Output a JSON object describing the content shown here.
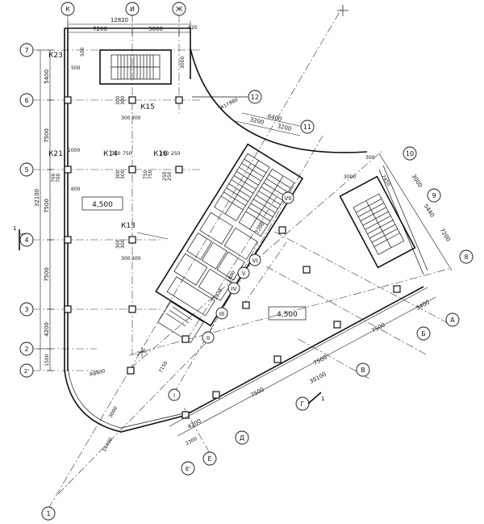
{
  "plan": {
    "axes_left": [
      "7",
      "6",
      "5",
      "4",
      "3",
      "2",
      "2'"
    ],
    "axes_top": [
      "К",
      "И",
      "Ж"
    ],
    "axes_right": [
      "12",
      "11",
      "10",
      "9",
      "8",
      "А",
      "Б",
      "В",
      "Г",
      "Д",
      "Е",
      "Е'"
    ],
    "axes_bottom": [
      "1"
    ],
    "axes_roman": [
      "I",
      "II",
      "III",
      "IV",
      "V",
      "VI",
      "VII"
    ],
    "columns": [
      "К23",
      "К15",
      "К21",
      "К14",
      "К16",
      "К13"
    ],
    "levels": [
      "4,500",
      "4,500"
    ],
    "section_mark": "1",
    "dims_top": [
      "12820",
      "7200",
      "5000",
      "620"
    ],
    "dims_left": [
      "5400",
      "7500",
      "7500",
      "7500",
      "4200",
      "32100",
      "1500"
    ],
    "dims_right": [
      "3000",
      "5440",
      "7200",
      "3400"
    ],
    "dims_bottom": [
      "4200",
      "7500",
      "7500",
      "7500",
      "30100",
      "2300"
    ],
    "dims_misc": [
      "R17980",
      "6400",
      "3200",
      "3200",
      "300",
      "3000",
      "2450",
      "1920",
      "1880",
      "R8800",
      "7150",
      "14400",
      "3000",
      "3000",
      "1000",
      "700",
      "700",
      "600",
      "500",
      "500",
      "300",
      "300",
      "300",
      "300",
      "750",
      "750",
      "750",
      "750",
      "250",
      "250",
      "250",
      "250",
      "300",
      "300",
      "300",
      "300",
      "300",
      "300",
      "7200"
    ]
  }
}
